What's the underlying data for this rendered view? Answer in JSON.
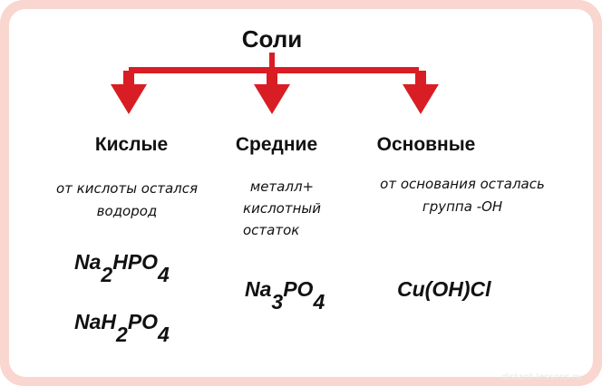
{
  "title": "Соли",
  "colors": {
    "arrow": "#d91d24",
    "arrow_dark": "#b0141a",
    "frame": "#f9d6cf"
  },
  "categories": [
    {
      "name": "Кислые",
      "description": [
        "от кислоты остался",
        "водород"
      ],
      "formulas": [
        {
          "parts": [
            "Na",
            "2",
            "HPO",
            "4"
          ]
        },
        {
          "parts": [
            "NaH",
            "2",
            "PO",
            "4"
          ]
        }
      ]
    },
    {
      "name": "Средние",
      "description": [
        "металл+",
        "кислотный",
        "остаток"
      ],
      "formulas": [
        {
          "parts": [
            "Na",
            "3",
            "PO",
            "4"
          ]
        }
      ]
    },
    {
      "name": "Основные",
      "description": [
        "от основания осталась",
        "группа -ОН"
      ],
      "formulas": [
        {
          "parts": [
            "Cu(OH)Cl"
          ]
        }
      ]
    }
  ],
  "watermark": "distant-lessons.ru"
}
